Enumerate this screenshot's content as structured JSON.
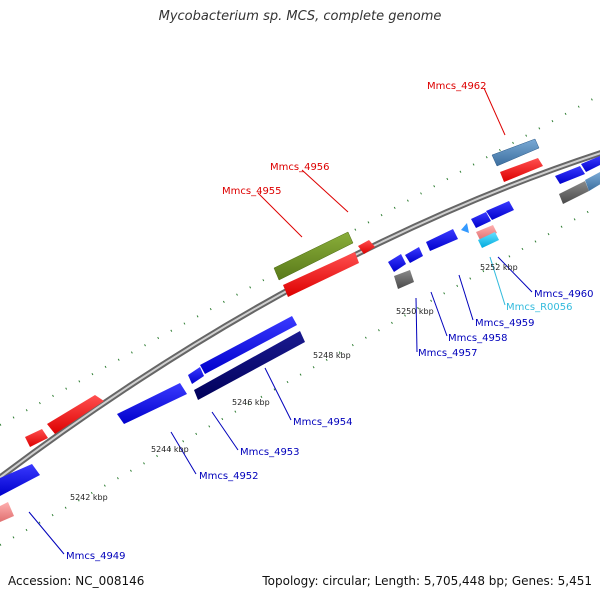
{
  "title": "Mycobacterium sp. MCS, complete genome",
  "accession_label": "Accession: NC_008146",
  "summary": "Topology: circular; Length: 5,705,448 bp; Genes: 5,451",
  "colors": {
    "forward_gene": "#ff0000",
    "reverse_gene": "#0000ff",
    "other_gene": "#707070",
    "highlight_forward": "#6b8e23",
    "highlight_reverse": "#000080",
    "rna": "#00ccff",
    "backbone": "#888888",
    "tick": "#2e7d32"
  },
  "scale_labels": [
    "5242 kbp",
    "5244 kbp",
    "5246 kbp",
    "5248 kbp",
    "5250 kbp",
    "5252 kbp"
  ],
  "gene_labels": [
    {
      "text": "Mmcs_4962",
      "color": "#dd0000"
    },
    {
      "text": "Mmcs_4956",
      "color": "#dd0000"
    },
    {
      "text": "Mmcs_4955",
      "color": "#dd0000"
    },
    {
      "text": "Mmcs_4960",
      "color": "#0000bb"
    },
    {
      "text": "Mmcs_R0056",
      "color": "#33bbdd"
    },
    {
      "text": "Mmcs_4959",
      "color": "#0000bb"
    },
    {
      "text": "Mmcs_4958",
      "color": "#0000bb"
    },
    {
      "text": "Mmcs_4957",
      "color": "#0000bb"
    },
    {
      "text": "Mmcs_4954",
      "color": "#0000bb"
    },
    {
      "text": "Mmcs_4953",
      "color": "#0000bb"
    },
    {
      "text": "Mmcs_4952",
      "color": "#0000bb"
    },
    {
      "text": "Mmcs_4949",
      "color": "#0000bb"
    }
  ]
}
